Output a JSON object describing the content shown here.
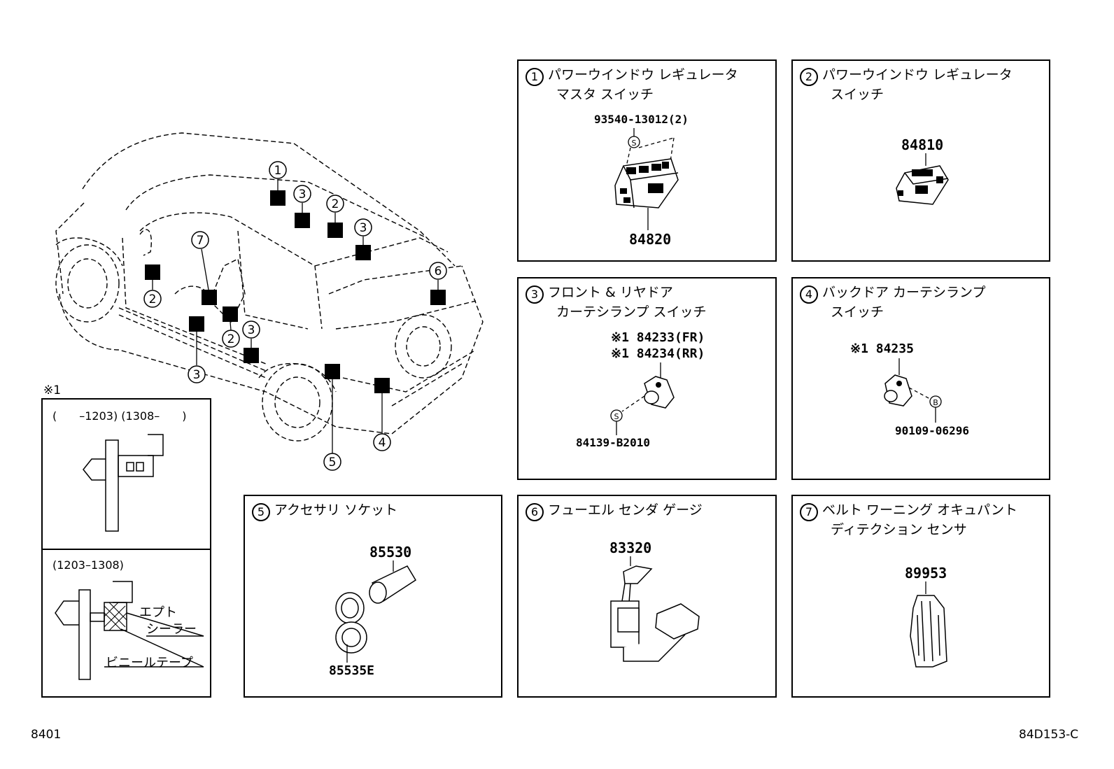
{
  "panels": [
    {
      "num": "1",
      "line1": "パワーウインドウ レギュレータ",
      "line2": "マスタ スイッチ",
      "parts": [
        "93540-13012(2)",
        "84820"
      ]
    },
    {
      "num": "2",
      "line1": "パワーウインドウ レギュレータ",
      "line2": "スイッチ",
      "parts": [
        "84810"
      ]
    },
    {
      "num": "3",
      "line1": "フロント & リヤドア",
      "line2": "カーテシランプ スイッチ",
      "parts": [
        "※1 84233(FR)",
        "※1 84234(RR)",
        "84139-B2010"
      ]
    },
    {
      "num": "4",
      "line1": "バックドア カーテシランプ",
      "line2": "スイッチ",
      "parts": [
        "※1 84235",
        "90109-06296"
      ]
    },
    {
      "num": "5",
      "line1": "アクセサリ ソケット",
      "line2": "",
      "parts": [
        "85530",
        "85535E"
      ]
    },
    {
      "num": "6",
      "line1": "フューエル センダ ゲージ",
      "line2": "",
      "parts": [
        "83320"
      ]
    },
    {
      "num": "7",
      "line1": "ベルト ワーニング オキュパント",
      "line2": "ディテクション センサ",
      "parts": [
        "89953"
      ]
    }
  ],
  "car_callouts": [
    "1",
    "3",
    "2",
    "3",
    "7",
    "2",
    "2",
    "3",
    "3",
    "6",
    "4",
    "5"
  ],
  "note_box": {
    "mark": "※1",
    "range1": "(　　–1203) (1308–　　)",
    "range2": "(1203–1308)",
    "label_sealer": "エプト\nシーラー",
    "label_sealer_1": "エプト",
    "label_sealer_2": "シーラー",
    "label_tape": "ビニールテープ"
  },
  "small_marks": {
    "s": "S",
    "b": "B"
  },
  "footer": {
    "left": "8401",
    "right": "84D153-C"
  }
}
